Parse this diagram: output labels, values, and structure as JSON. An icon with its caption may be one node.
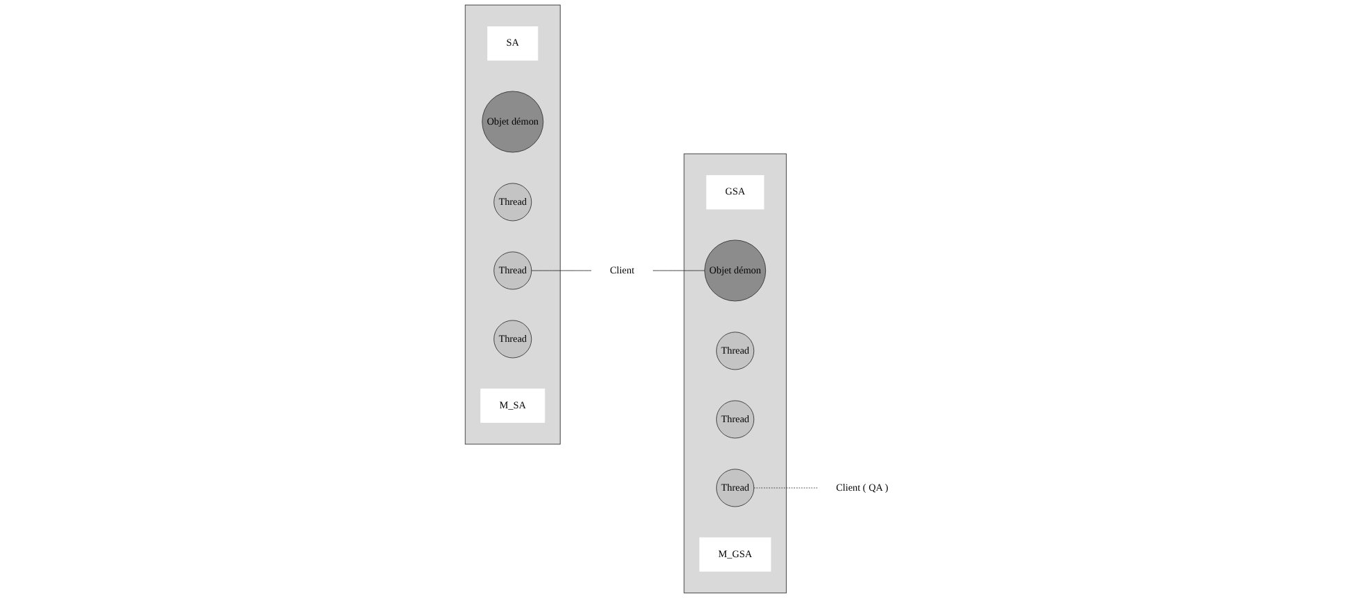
{
  "diagram": {
    "nodes": [
      {
        "text": [],
        "shape": "box"
      },
      {
        "text": [
          "SA"
        ],
        "in": 0
      },
      {
        "text": [
          "Objet démon"
        ],
        "in": 0
      },
      {
        "text": [
          "Thread"
        ],
        "in": 0
      },
      {
        "text": [
          "Thread"
        ],
        "in": 0
      },
      {
        "text": [
          "Thread"
        ],
        "in": 0
      },
      {
        "text": [
          "M_SA"
        ],
        "in": 0
      },
      {
        "text": [
          "Client"
        ]
      },
      {
        "text": [],
        "shape": "box"
      },
      {
        "text": [
          "GSA"
        ],
        "in": 8
      },
      {
        "text": [
          "Objet démon"
        ],
        "in": 8
      },
      {
        "text": [
          "Thread"
        ],
        "in": 8
      },
      {
        "text": [
          "Thread"
        ],
        "in": 8
      },
      {
        "text": [
          "Thread"
        ],
        "in": 8
      },
      {
        "text": [
          "M_GSA"
        ],
        "in": 8
      },
      {
        "text": [
          "Client ( QA )"
        ]
      }
    ],
    "edges": [
      {
        "from": 4,
        "to": 7,
        "arrow": "none"
      },
      {
        "from": 7,
        "to": 10,
        "arrow": "none"
      },
      {
        "from": 13,
        "to": 15,
        "arrow": "none",
        "style": "dashed"
      }
    ]
  }
}
